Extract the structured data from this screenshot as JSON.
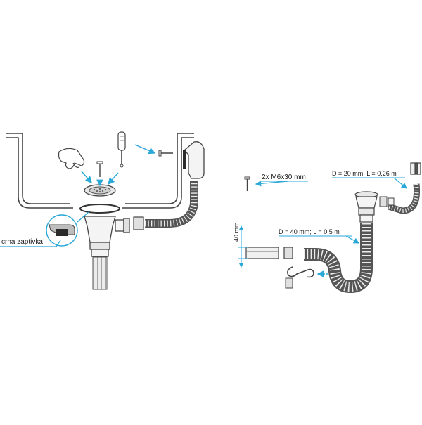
{
  "labels": {
    "gasket": "crna zaptivka",
    "screws": "2x M6x30 mm",
    "small_hose": "D = 20 mm; L = 0,26 m",
    "large_hose": "D = 40 mm; L = 0,5 m",
    "height": "40 mm"
  },
  "colors": {
    "stroke": "#444444",
    "arrow": "#2aa8d8",
    "gasket": "#2b2b2b",
    "metal": "#d9d9d9"
  },
  "icons": [
    "hand-icon",
    "screwdriver-icon",
    "screw-icon",
    "strainer-icon",
    "gasket-ring-icon"
  ]
}
